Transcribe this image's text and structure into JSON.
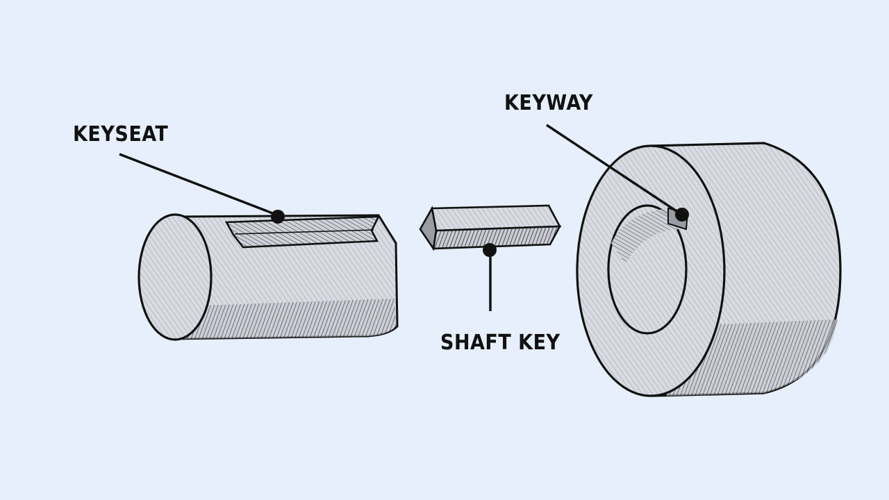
{
  "labels": {
    "keyseat": "KEYSEAT",
    "shaft_key": "SHAFT KEY",
    "keyway": "KEYWAY"
  },
  "colors": {
    "background": "#e6effb",
    "ink": "#111111",
    "fill": "#d9dbe2",
    "hatch": "#4a4a4a"
  }
}
